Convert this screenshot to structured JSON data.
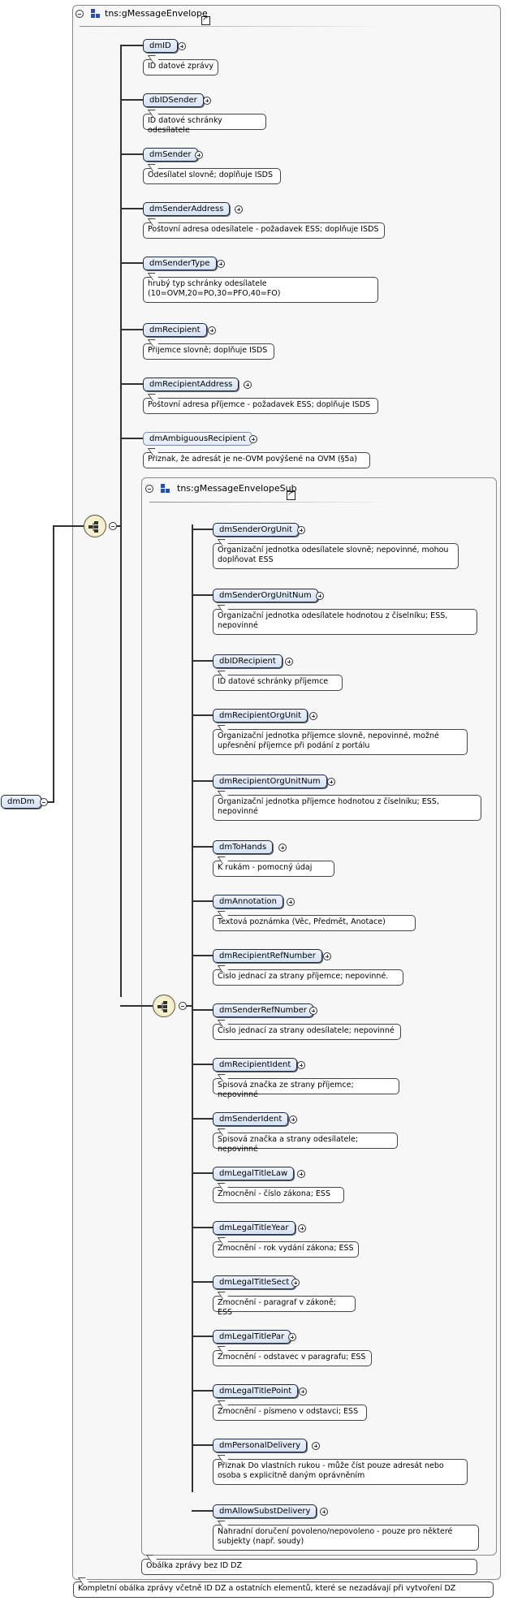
{
  "root": {
    "name": "dmDm",
    "documentation": "Kompletní obálka zprávy včetně ID DZ a ostatních elementů, které se nezadávají při vytvoření DZ"
  },
  "envelope": {
    "type_name": "tns:gMessageEnvelope",
    "documentation": "Obálka zprávy bez ID DZ",
    "elements": [
      {
        "name": "dmID",
        "doc": "ID datové zprávy"
      },
      {
        "name": "dbIDSender",
        "doc": "ID datové schránky odesílatele"
      },
      {
        "name": "dmSender",
        "doc": "Odesílatel slovně; doplňuje ISDS"
      },
      {
        "name": "dmSenderAddress",
        "doc": "Poštovní adresa odesílatele - požadavek ESS; doplňuje ISDS"
      },
      {
        "name": "dmSenderType",
        "doc": "hrubý typ schránky odesílatele (10=OVM,20=PO,30=PFO,40=FO)"
      },
      {
        "name": "dmRecipient",
        "doc": "Příjemce slovně; doplňuje ISDS"
      },
      {
        "name": "dmRecipientAddress",
        "doc": "Poštovní adresa příjemce - požadavek ESS; doplňuje ISDS"
      },
      {
        "name": "dmAmbiguousRecipient",
        "doc": "Příznak, že adresát je ne-OVM povýšené na OVM (§5a)"
      }
    ]
  },
  "sub": {
    "type_name": "tns:gMessageEnvelopeSub",
    "elements": [
      {
        "name": "dmSenderOrgUnit",
        "doc": "Organizační jednotka odesílatele slovně; nepovinné, mohou doplňovat ESS"
      },
      {
        "name": "dmSenderOrgUnitNum",
        "doc": "Organizační jednotka odesílatele hodnotou z číselníku; ESS, nepovinné"
      },
      {
        "name": "dbIDRecipient",
        "doc": "ID datové schránky příjemce"
      },
      {
        "name": "dmRecipientOrgUnit",
        "doc": "Organizační jednotka příjemce slovně, nepovinné, možné upřesnění příjemce při podání z portálu"
      },
      {
        "name": "dmRecipientOrgUnitNum",
        "doc": "Organizační jednotka příjemce hodnotou z číselníku; ESS, nepovinné"
      },
      {
        "name": "dmToHands",
        "doc": "K rukám - pomocný údaj"
      },
      {
        "name": "dmAnnotation",
        "doc": "Textová poznámka (Věc, Předmět, Anotace)"
      },
      {
        "name": "dmRecipientRefNumber",
        "doc": "Číslo jednací za strany příjemce; nepovinné."
      },
      {
        "name": "dmSenderRefNumber",
        "doc": "Číslo jednací za strany odesílatele; nepovinné"
      },
      {
        "name": "dmRecipientIdent",
        "doc": "Spisová značka ze strany příjemce; nepovinné"
      },
      {
        "name": "dmSenderIdent",
        "doc": "Spisová značka a strany odesílatele; nepovinné"
      },
      {
        "name": "dmLegalTitleLaw",
        "doc": "Zmocnění - číslo zákona; ESS"
      },
      {
        "name": "dmLegalTitleYear",
        "doc": "Zmocnění - rok vydání zákona; ESS"
      },
      {
        "name": "dmLegalTitleSect",
        "doc": "Zmocnění - paragraf v zákoně; ESS"
      },
      {
        "name": "dmLegalTitlePar",
        "doc": "Zmocnění - odstavec v paragrafu; ESS"
      },
      {
        "name": "dmLegalTitlePoint",
        "doc": "Zmocnění - písmeno v odstavci; ESS"
      },
      {
        "name": "dmPersonalDelivery",
        "doc": "Příznak Do vlastních rukou - může číst pouze adresát nebo osoba s explicitně daným oprávněním"
      },
      {
        "name": "dmAllowSubstDelivery",
        "doc": "Náhradní doručení povoleno/nepovoleno - pouze pro některé subjekty (např. soudy)"
      }
    ]
  }
}
